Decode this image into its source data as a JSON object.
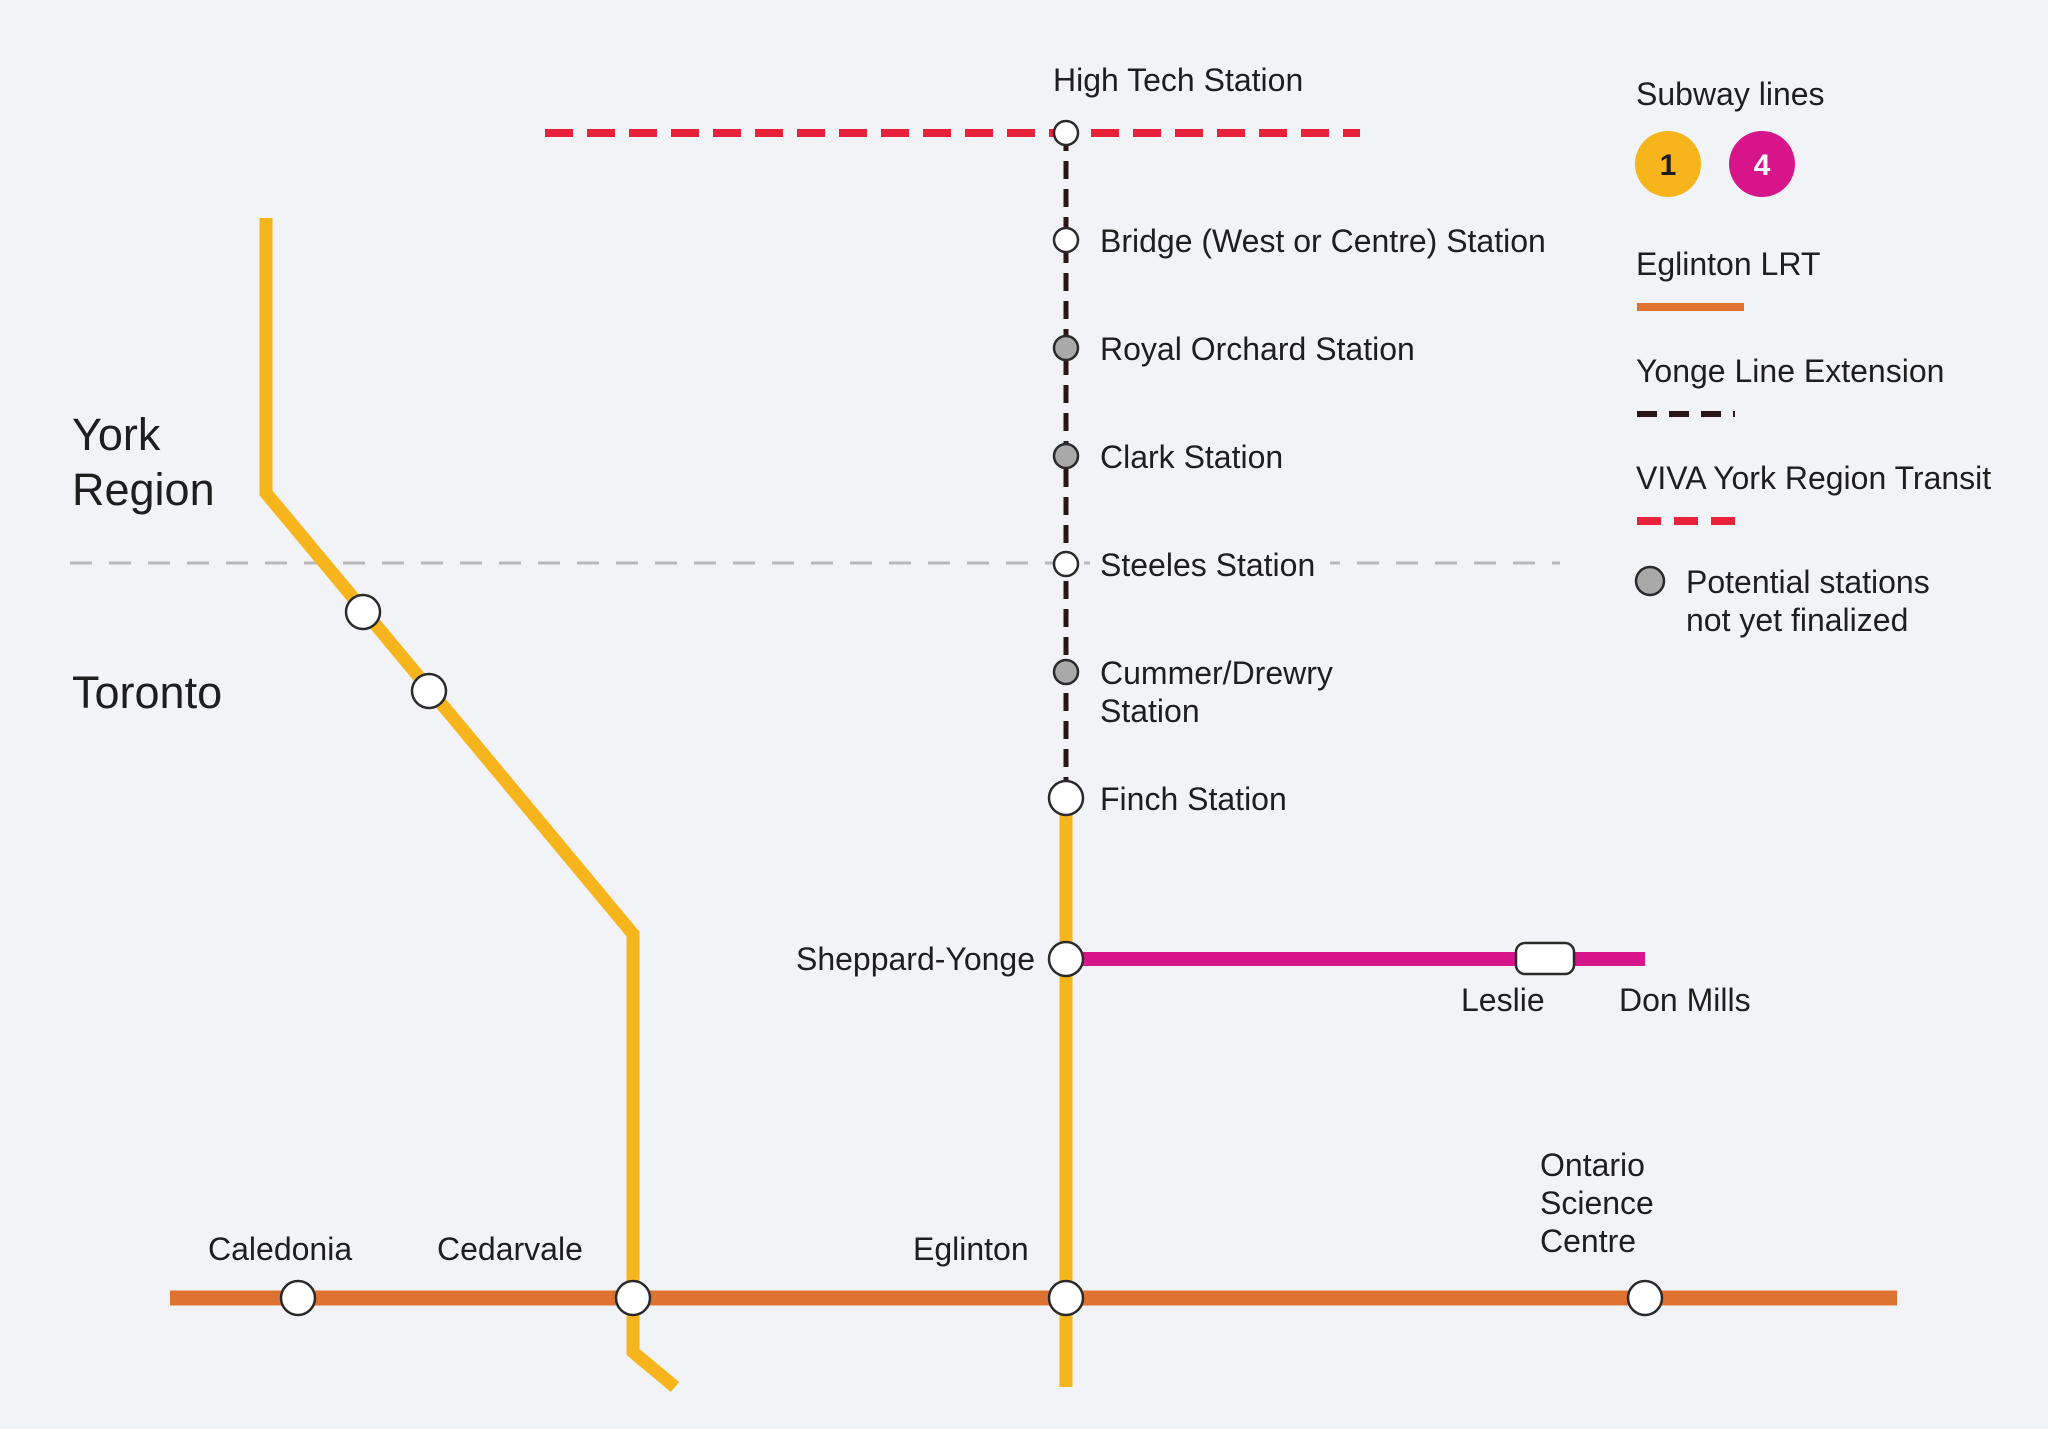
{
  "regions": {
    "york": [
      "York",
      "Region"
    ],
    "toronto": "Toronto"
  },
  "stations": {
    "high_tech": "High Tech Station",
    "bridge": "Bridge (West or Centre) Station",
    "royal_orchard": "Royal Orchard Station",
    "clark": "Clark Station",
    "steeles": "Steeles Station",
    "cummer": [
      "Cummer/Drewry",
      "Station"
    ],
    "finch": "Finch Station",
    "sheppard_yonge": "Sheppard-Yonge",
    "leslie": "Leslie",
    "don_mills": "Don Mills",
    "caledonia": "Caledonia",
    "cedarvale": "Cedarvale",
    "eglinton": "Eglinton",
    "ontario_science": [
      "Ontario",
      "Science",
      "Centre"
    ]
  },
  "legend": {
    "subway_title": "Subway lines",
    "subway_badges": [
      "1",
      "4"
    ],
    "eglinton_title": "Eglinton LRT",
    "yonge_ext_title": "Yonge Line Extension",
    "viva_title": "VIVA York Region Transit",
    "potential": [
      "Potential stations",
      "not yet finalized"
    ]
  },
  "colors": {
    "line1": "#f7b51d",
    "line4": "#d7158a",
    "eglinton": "#de7331",
    "yonge_extension": "#2a1617",
    "viva": "#e8223a",
    "potential_station": "#a9a9a9",
    "boundary": "#b8b8b8",
    "background": "#f2f3f7"
  }
}
